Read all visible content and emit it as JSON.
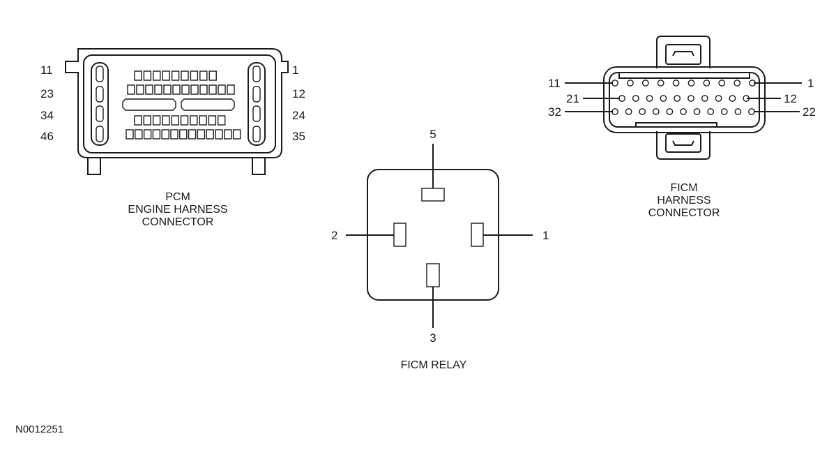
{
  "pcm": {
    "caption": [
      "PCM",
      "ENGINE HARNESS",
      "CONNECTOR"
    ],
    "left_pins": [
      "11",
      "23",
      "34",
      "46"
    ],
    "right_pins": [
      "1",
      "12",
      "24",
      "35"
    ]
  },
  "ficm_connector": {
    "caption": [
      "FICM",
      "HARNESS",
      "CONNECTOR"
    ],
    "left_pins": [
      "11",
      "21",
      "32"
    ],
    "right_pins": [
      "1",
      "12",
      "22"
    ]
  },
  "relay": {
    "caption": "FICM RELAY",
    "pins": {
      "top": "5",
      "left": "2",
      "right": "1",
      "bottom": "3"
    }
  },
  "figure_id": "N0012251"
}
